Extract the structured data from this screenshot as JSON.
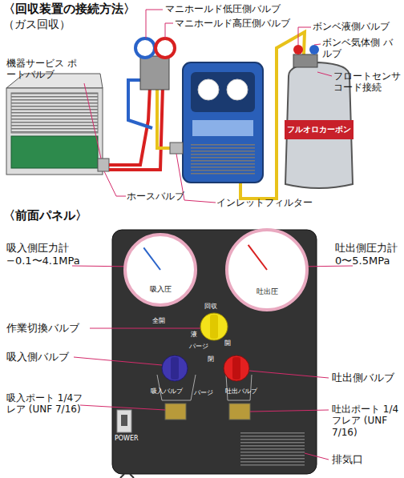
{
  "diagram": {
    "nodes": [
      {
        "text": [
          "フルオロカーボン"
        ]
      },
      {
        "text": [
          "吸入圧"
        ]
      },
      {
        "text": [
          "吐出圧"
        ]
      }
    ],
    "labels": [
      "〈回収装置の接続方法〉",
      "（ガス回収）",
      "マニホールド低圧側バルブ",
      "マニホールド高圧側バルブ",
      "機器サービス ポートバルブ",
      "ボンベ液側バルブ",
      "ボンベ気体側 バルブ",
      "フロートセンサ コード接続",
      "ホースバルブ",
      "インレットフィルター",
      "〈前面パネル〉",
      "吸入側圧力計 −0.1〜4.1MPa",
      "吐出側圧力計 0〜5.5MPa",
      "作業切換バルブ",
      "吸入側バルブ",
      "吸入ポート 1/4フレア (UNF 7/16)",
      "吐出側バルブ",
      "吐出ポート 1/4フレア (UNF 7/16)",
      "排気口",
      "回収",
      "全開",
      "液",
      "パージ",
      "閉",
      "開",
      "吸入バルブ",
      "パージ",
      "吐出バルブ",
      "POWER"
    ]
  }
}
